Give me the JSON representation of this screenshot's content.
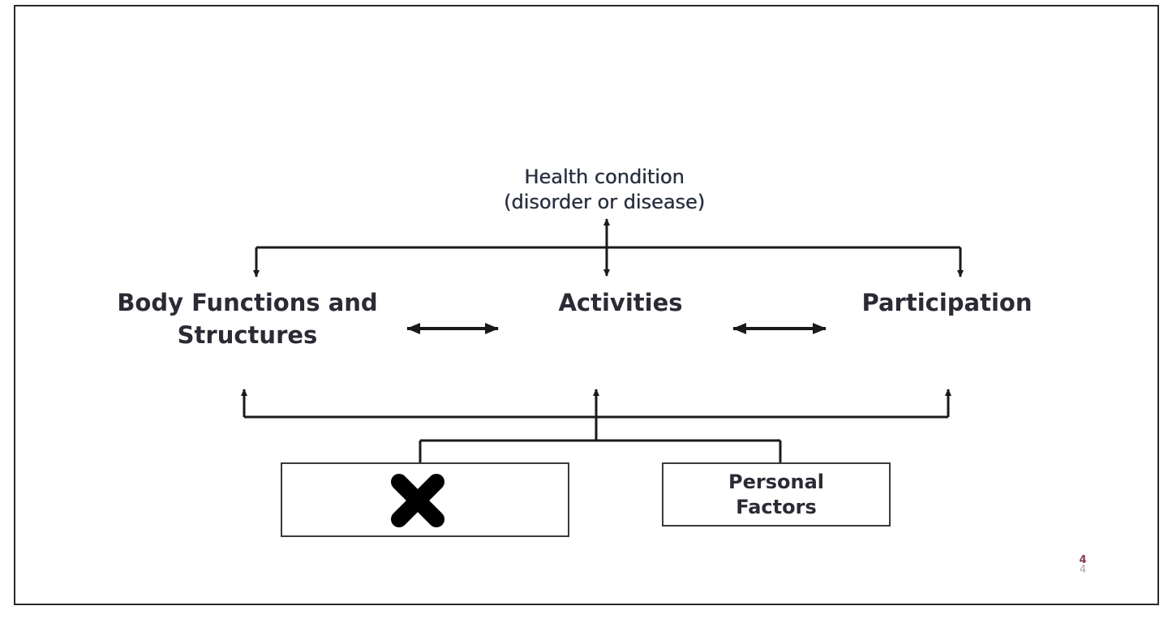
{
  "diagram": {
    "health_condition": {
      "line1": "Health condition",
      "line2": "(disorder or disease)"
    },
    "body_functions": {
      "line1": "Body Functions and",
      "line2": "Structures"
    },
    "activities": "Activities",
    "participation": "Participation",
    "environmental_box": {
      "label": "",
      "mark_icon": "x-mark-icon"
    },
    "personal_factors": "Personal\nFactors",
    "slide_number": "4"
  },
  "colors": {
    "text": "#2b2b36",
    "lines": "#1a1a1a",
    "box_border": "#3a3a3a",
    "mark": "#000000"
  }
}
